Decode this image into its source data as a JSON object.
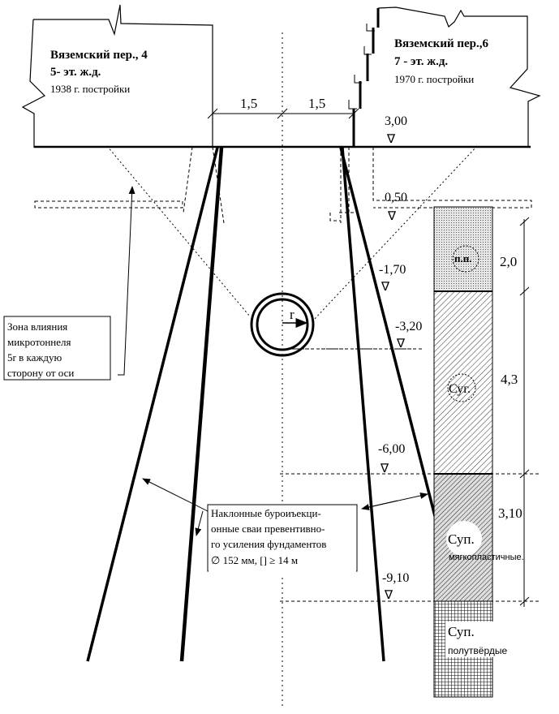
{
  "buildings": {
    "left": {
      "address": "Вяземский пер., 4",
      "floors": "5- эт. ж.д.",
      "year": "1938 г. постройки"
    },
    "right": {
      "address": "Вяземский пер.,6",
      "floors": "7 - эт. ж.д.",
      "year": "1970 г. постройки"
    }
  },
  "dimensions": {
    "left_half": "1,5",
    "right_half": "1,5"
  },
  "elevations": [
    "3,00",
    "0,50",
    "-1,70",
    "-3,20",
    "-6,00",
    "-9,10"
  ],
  "tunnel": {
    "radius_label": "r"
  },
  "soil_layers": [
    {
      "code": "п.п.",
      "thickness": "2,0",
      "description": ""
    },
    {
      "code": "Суг.",
      "thickness": "4,3",
      "description": ""
    },
    {
      "code": "Суп.",
      "thickness": "3,10",
      "description": "мягкопластичные."
    },
    {
      "code": "Суп.",
      "thickness": "",
      "description": "полутвёрдые"
    }
  ],
  "callouts": {
    "influence_zone": [
      "Зона влияния",
      "микротоннеля",
      "5r в каждую",
      "сторону от оси"
    ],
    "piles": [
      "Наклонные буроиъекци-",
      "онные сваи превентивно-",
      "го усиления фундаментов",
      "∅ 152 мм, [] ≥ 14 м"
    ]
  },
  "elevation_symbol": "∇"
}
